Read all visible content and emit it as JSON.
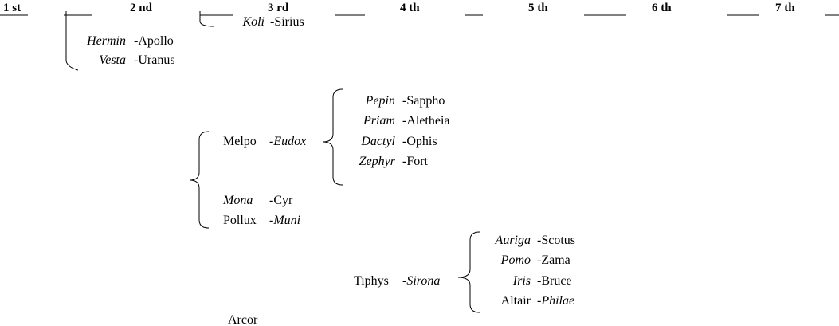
{
  "generations": [
    "1 st",
    "2 nd",
    "3 rd",
    "4 th",
    "5 th",
    "6 th",
    "7 th"
  ],
  "entries": {
    "koli": {
      "name": "Koli",
      "label": "-Sirius"
    },
    "hermin": {
      "name": "Hermin",
      "label": "-Apollo"
    },
    "vesta": {
      "name": "Vesta",
      "label": "-Uranus"
    },
    "melpo": {
      "name": "Melpo",
      "label": "-Eudox"
    },
    "mona": {
      "name": "Mona",
      "label": "-Cyr"
    },
    "pollux": {
      "name": "Pollux",
      "label": "-Muni"
    },
    "pepin": {
      "name": "Pepin",
      "label": "-Sappho"
    },
    "priam": {
      "name": "Priam",
      "label": "-Aletheia"
    },
    "dactyl": {
      "name": "Dactyl",
      "label": "-Ophis"
    },
    "zephyr": {
      "name": "Zephyr",
      "label": "-Fort"
    },
    "tiphys": {
      "name": "Tiphys",
      "label": "-Sirona"
    },
    "auriga": {
      "name": "Auriga",
      "label": "-Scotus"
    },
    "pomo": {
      "name": "Pomo",
      "label": "-Zama"
    },
    "iris": {
      "name": "Iris",
      "label": "-Bruce"
    },
    "altair": {
      "name": "Altair",
      "label": "-Philae"
    },
    "arcor": {
      "name": "Arcor"
    }
  }
}
